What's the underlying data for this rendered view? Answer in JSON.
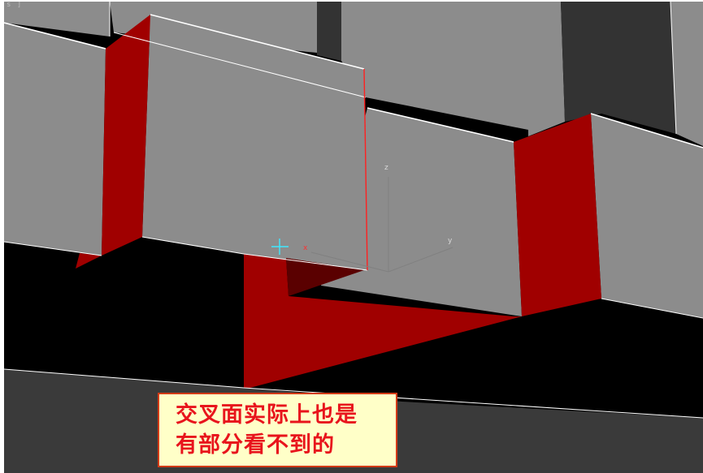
{
  "viewport": {
    "label": "s ]"
  },
  "axis_gizmo": {
    "z": "z",
    "y": "y",
    "x": "x"
  },
  "annotation": {
    "line1": "交叉面实际上也是",
    "line2": "有部分看不到的"
  },
  "colors": {
    "background": "#000000",
    "face_gray": "#8c8c8c",
    "face_dark": "#333333",
    "intersection_red": "#a00000",
    "intersection_dark_red": "#5a0000",
    "edge_white": "#ffffff",
    "pivot_cyan": "#3fe8ff",
    "annotation_bg": "#ffffc8",
    "annotation_text": "#e8141c",
    "annotation_border": "#d23a16"
  }
}
